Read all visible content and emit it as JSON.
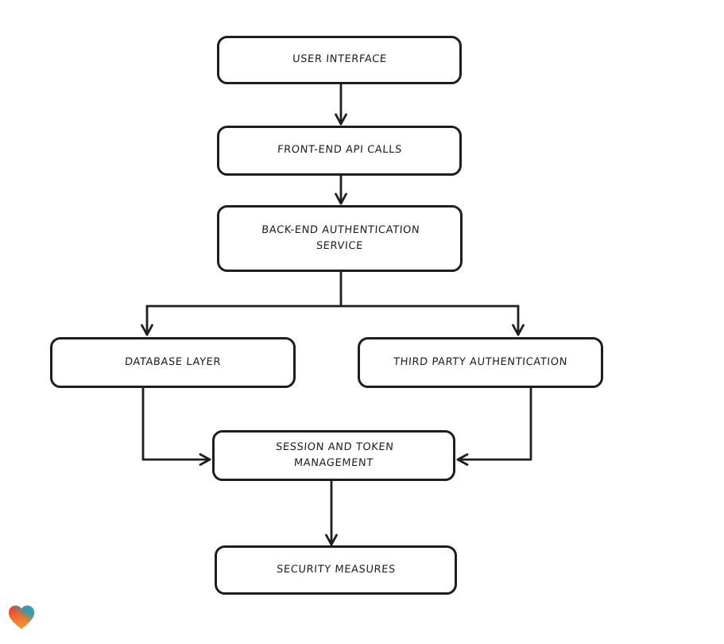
{
  "diagram": {
    "type": "flowchart",
    "background_color": "#ffffff",
    "stroke_color": "#1e1e1e",
    "nodes": [
      {
        "id": "user-interface",
        "label": "USER INTERFACE"
      },
      {
        "id": "front-end-api-calls",
        "label": "FRONT-END API CALLS"
      },
      {
        "id": "back-end-auth-service",
        "label": "BACK-END AUTHENTICATION SERVICE"
      },
      {
        "id": "database-layer",
        "label": "DATABASE LAYER"
      },
      {
        "id": "third-party-auth",
        "label": "THIRD PARTY AUTHENTICATION"
      },
      {
        "id": "session-token-management",
        "label": "SESSION AND TOKEN MANAGEMENT"
      },
      {
        "id": "security-measures",
        "label": "SECURITY MEASURES"
      }
    ],
    "edges": [
      {
        "from": "user-interface",
        "to": "front-end-api-calls"
      },
      {
        "from": "front-end-api-calls",
        "to": "back-end-auth-service"
      },
      {
        "from": "back-end-auth-service",
        "to": "database-layer"
      },
      {
        "from": "back-end-auth-service",
        "to": "third-party-authentication"
      },
      {
        "from": "database-layer",
        "to": "session-token-management"
      },
      {
        "from": "third-party-auth",
        "to": "session-token-management"
      },
      {
        "from": "session-token-management",
        "to": "security-measures"
      }
    ]
  },
  "branding": {
    "logo": "heart-gradient-icon",
    "colors": {
      "red": "#e93438",
      "blue": "#2e9bd8",
      "teal": "#1da5b4",
      "orange": "#f8932f"
    }
  }
}
